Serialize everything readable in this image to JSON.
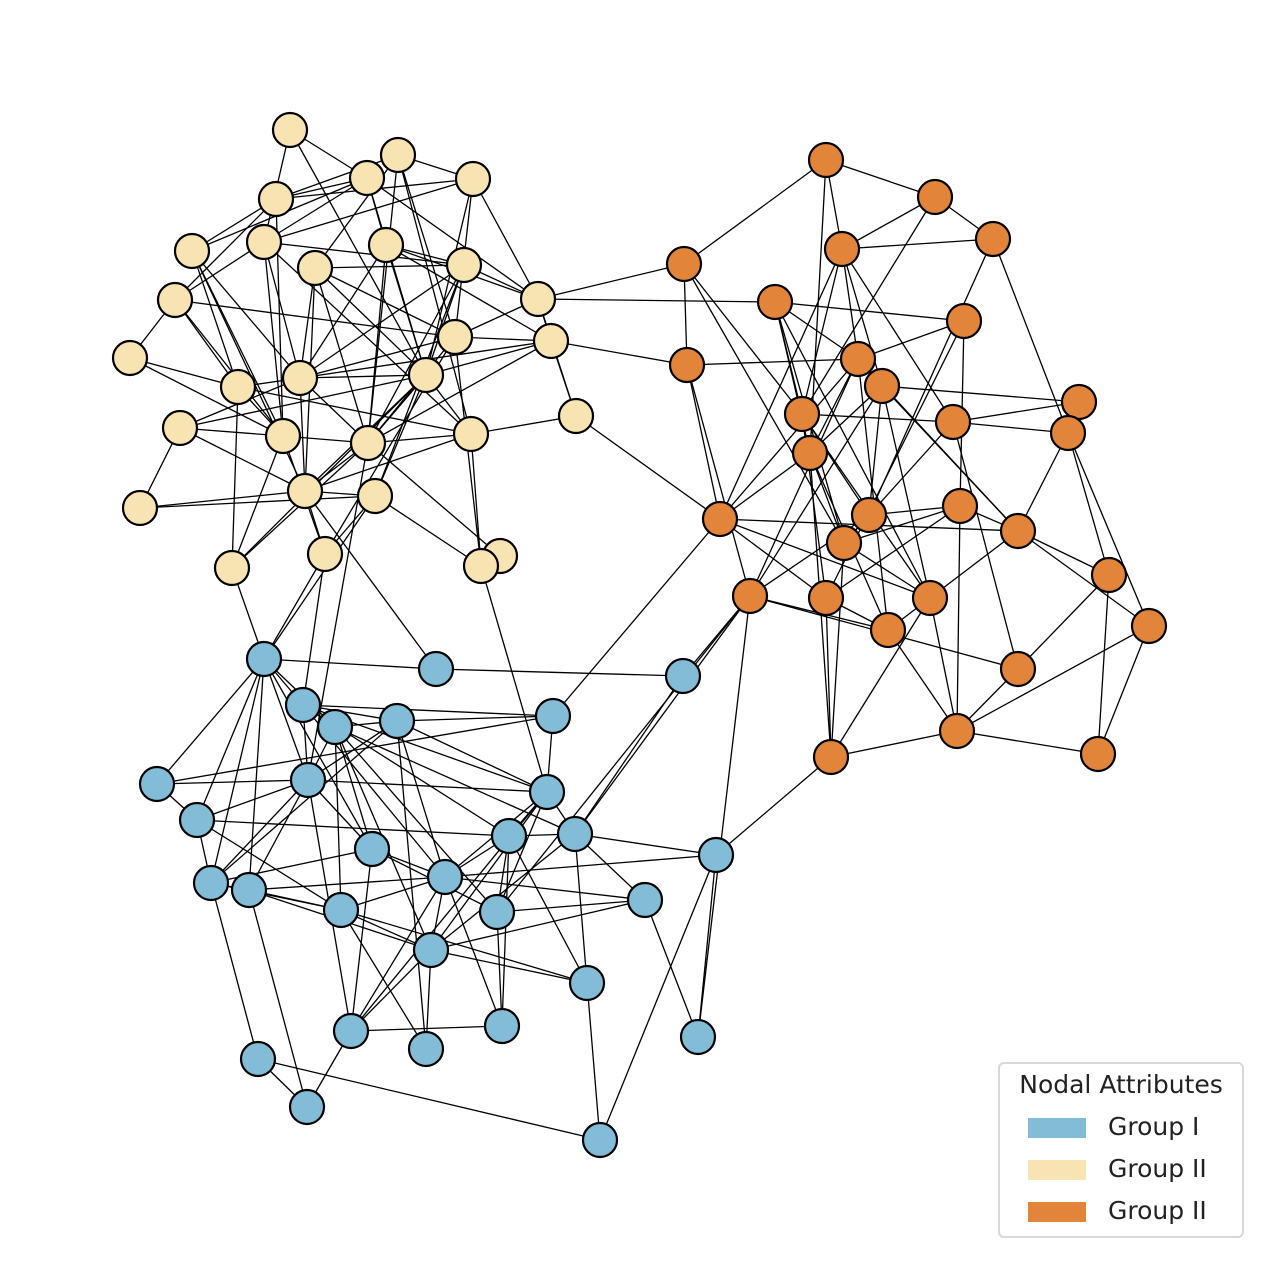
{
  "colors": {
    "group_1": "#82bcd6",
    "group_2": "#f8e3b3",
    "group_3": "#e2843a",
    "edge": "#000000",
    "node_outline": "#000000"
  },
  "legend": {
    "title": "Nodal Attributes",
    "items": [
      {
        "label": "Group I",
        "color": "#82bcd6"
      },
      {
        "label": "Group II",
        "color": "#f8e3b3"
      },
      {
        "label": "Group II",
        "color": "#e2843a"
      }
    ]
  }
}
